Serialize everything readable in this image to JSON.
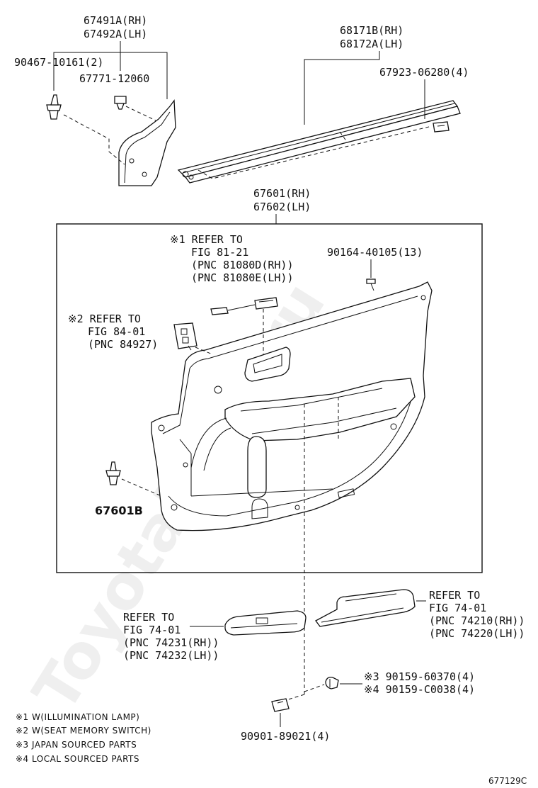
{
  "labels": {
    "garnish_top": "67491A(RH)",
    "garnish_bottom": "67492A(LH)",
    "clip_90467": "90467-10161(2)",
    "clip_67771": "67771-12060",
    "weatherstrip_top": "68171B(RH)",
    "weatherstrip_bottom": "68172A(LH)",
    "clip_67923": "67923-06280(4)",
    "trim_top": "67601(RH)",
    "trim_bottom": "67602(LH)",
    "ref1_line1": "※1 REFER TO",
    "ref1_line2": "FIG 81-21",
    "ref1_line3": "(PNC 81080D(RH))",
    "ref1_line4": "(PNC 81080E(LH))",
    "screw_90164": "90164-40105(13)",
    "ref2_line1": "※2 REFER TO",
    "ref2_line2": "FIG 84-01",
    "ref2_line3": "(PNC 84927)",
    "clip_67601b": "67601B",
    "ref_right_line1": "REFER TO",
    "ref_right_line2": "FIG 74-01",
    "ref_right_line3": "(PNC 74210(RH))",
    "ref_right_line4": "(PNC 74220(LH))",
    "ref_left_line1": "REFER TO",
    "ref_left_line2": "FIG 74-01",
    "ref_left_line3": "(PNC 74231(RH))",
    "ref_left_line4": "(PNC 74232(LH))",
    "clip_90159_a": "※3 90159-60370(4)",
    "clip_90159_b": "※4 90159-C0038(4)",
    "clip_90901": "90901-89021(4)"
  },
  "notes": [
    "※1 W(ILLUMINATION LAMP)",
    "※2 W(SEAT MEMORY SWITCH)",
    "※3 JAPAN SOURCED PARTS",
    "※4 LOCAL SOURCED PARTS"
  ],
  "watermark": "ToyotaMine.ru",
  "figure_code": "677129C"
}
